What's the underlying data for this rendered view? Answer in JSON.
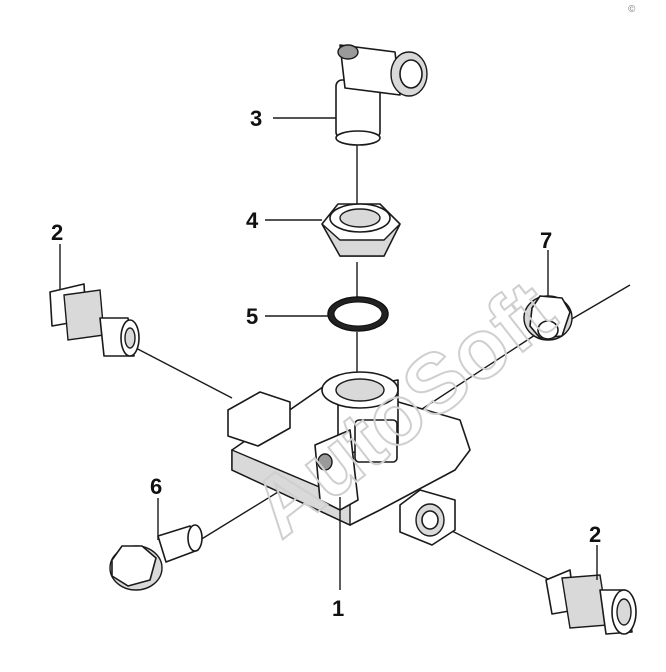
{
  "watermark": {
    "text": "AutoSoft",
    "corner_mark": "©"
  },
  "callouts": [
    {
      "id": "1",
      "label": "1"
    },
    {
      "id": "2a",
      "label": "2"
    },
    {
      "id": "2b",
      "label": "2"
    },
    {
      "id": "3",
      "label": "3"
    },
    {
      "id": "4",
      "label": "4"
    },
    {
      "id": "5",
      "label": "5"
    },
    {
      "id": "6",
      "label": "6"
    },
    {
      "id": "7",
      "label": "7"
    }
  ]
}
